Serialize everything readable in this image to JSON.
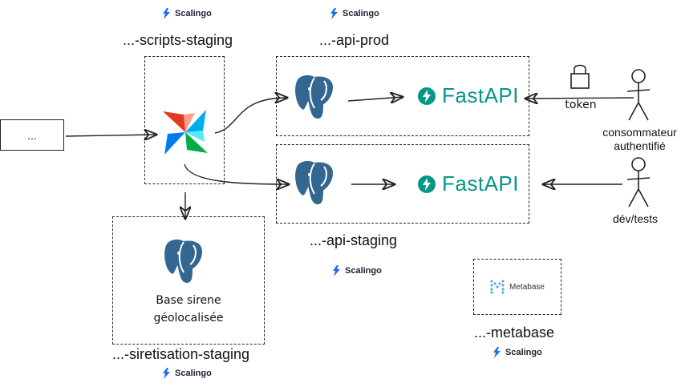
{
  "brand": "Scalingo",
  "apps": {
    "scripts": "...-scripts-staging",
    "api_prod": "...-api-prod",
    "api_staging": "...-api-staging",
    "siretisation": "...-siretisation-staging",
    "metabase": "...-metabase"
  },
  "source_box_label": "...",
  "fastapi_label": "FastAPI",
  "metabase_label": "Metabase",
  "db_caption_line1": "Base sirene",
  "db_caption_line2": "géolocalisée",
  "token_label": "token",
  "consumer_line1": "consommateur",
  "consumer_line2": "authentifié",
  "dev_label": "dév/tests",
  "colors": {
    "postgres": "#336791",
    "fastapi": "#059688",
    "scalingo": "#1b6cf2",
    "airflow_red": "#e43921",
    "airflow_blue": "#00aceb",
    "airflow_green": "#00ad46",
    "airflow_teal": "#017cee"
  },
  "icons": [
    "scalingo-icon",
    "airflow-icon",
    "postgres-icon",
    "fastapi-icon",
    "lock-icon",
    "person-icon",
    "metabase-icon"
  ]
}
